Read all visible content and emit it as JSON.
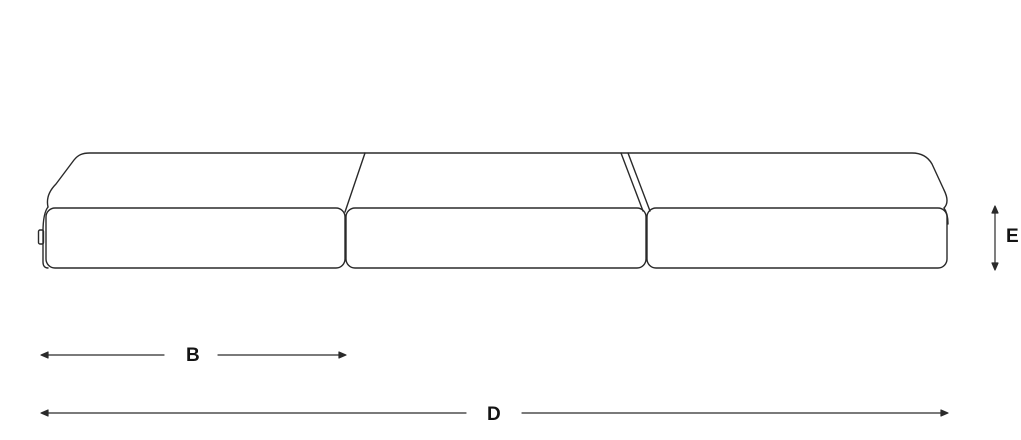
{
  "labels": {
    "width_b": "B",
    "length_d": "D",
    "height_e": "E"
  },
  "colors": {
    "stroke": "#2a2a2a",
    "background": "#ffffff"
  }
}
